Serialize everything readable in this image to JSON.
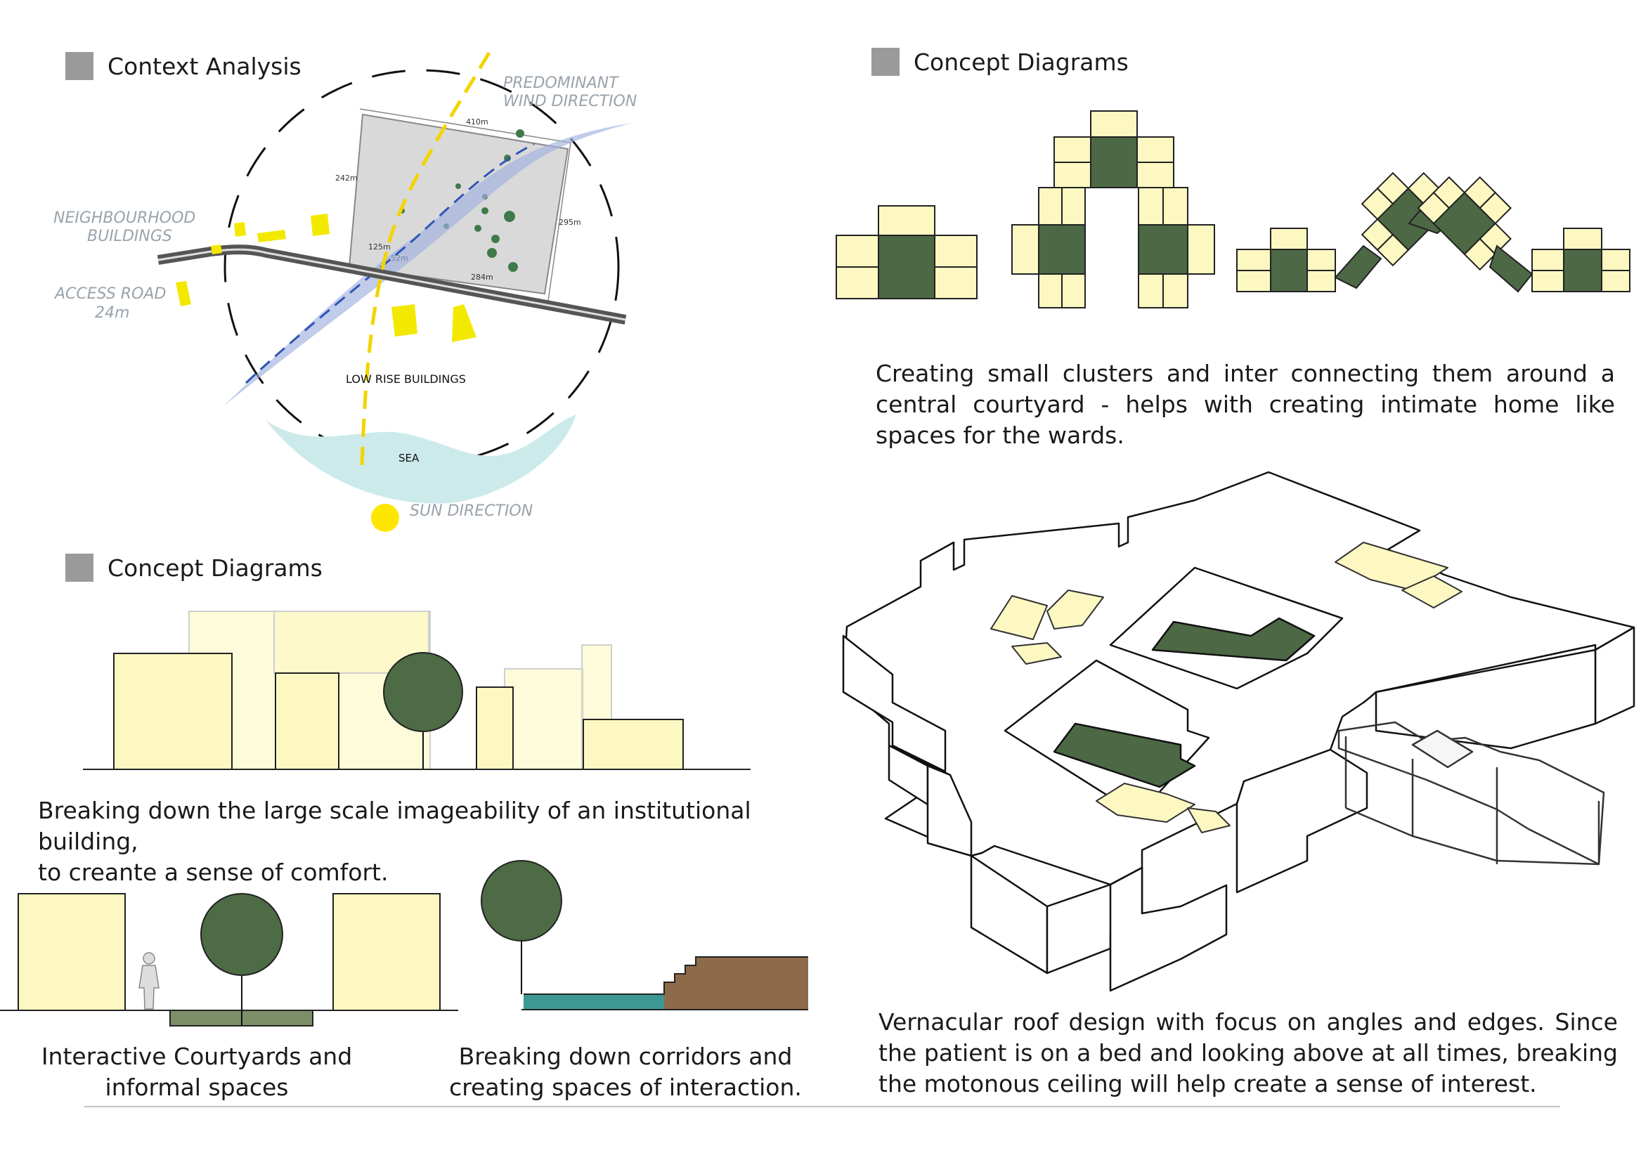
{
  "sections": {
    "context": {
      "title": "Context Analysis"
    },
    "concept_top": {
      "title": "Concept Diagrams"
    },
    "concept_left": {
      "title": "Concept Diagrams"
    }
  },
  "context_map": {
    "labels": {
      "wind": [
        "PREDOMINANT",
        "WIND DIRECTION"
      ],
      "neighbourhood": [
        "NEIGHBOURHOOD",
        "BUILDINGS"
      ],
      "access_road": [
        "ACCESS ROAD",
        "24m"
      ],
      "low_rise": "LOW RISE BUILDINGS",
      "sea": "SEA",
      "sun": "SUN DIRECTION"
    },
    "dimensions": {
      "top": "410m",
      "left": "242m",
      "right": "295m",
      "bottom": "284m",
      "inner_a": "125m",
      "inner_b": "52m"
    }
  },
  "captions": {
    "clusters": "Creating small clusters and inter connecting them around a central courtyard - helps with creating intimate home like spaces for the wards.",
    "scale": [
      "Breaking down the large scale imageability of an institutional building,",
      "to creante a sense of comfort."
    ],
    "courtyards": [
      "Interactive Courtyards and",
      "informal spaces"
    ],
    "corridors": [
      "Breaking down corridors and",
      "creating spaces of interaction."
    ],
    "roof": "Vernacular roof design with focus on angles and edges. Since the patient is on a bed and looking above at all times, breaking the motonous ceiling will help create a sense of interest."
  },
  "colors": {
    "module_fill": "#fdf8c2",
    "courtyard_green": "#4c6845",
    "tree_green": "#4d6b44",
    "sun_yellow": "#ffe600",
    "site_grey": "#d9d9d9",
    "wind_blue": "#9fb0e0",
    "sea_blue": "#cdeaeb",
    "water_teal": "#3d9893",
    "earth_brown": "#8d6b4a",
    "heading_square": "#9a9a9a"
  }
}
